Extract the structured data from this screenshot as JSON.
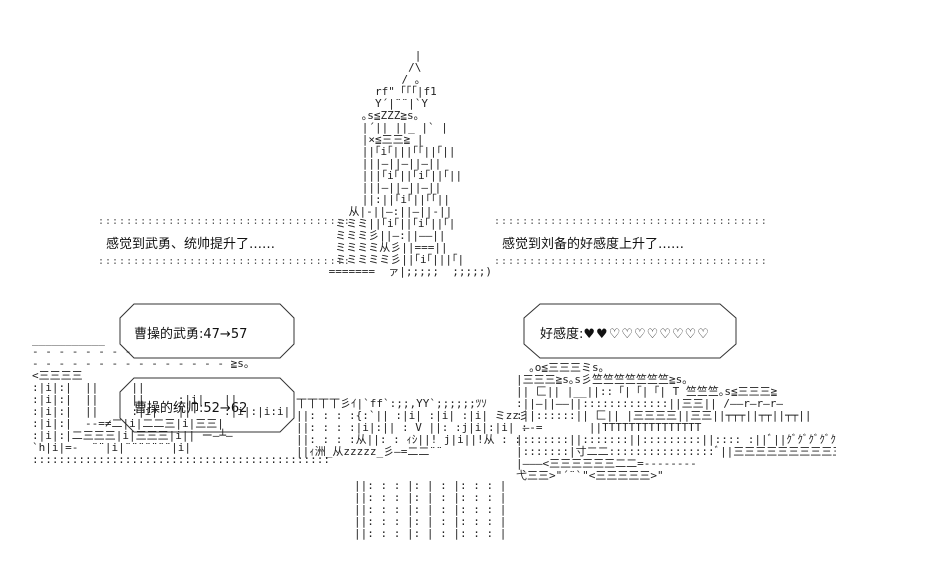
{
  "messages": {
    "left_notice": "感觉到武勇、统帅提升了……",
    "right_notice": "感觉到刘备的好感度上升了……"
  },
  "stats": {
    "valor": "曹操的武勇:47→57",
    "command": "曹操的统帅:52→62",
    "favor_label": "好感度:",
    "favor_filled": "♥♥",
    "favor_empty": "♡♡♡♡♡♡♡♡"
  },
  "art": {
    "tower": "              |\n             /\\\n            / ｡\n        rf\"「「「|f1\n        Y´|¨¨|`Y\n      ｡s≦ZZZ≧s｡\n      |´|| ||_ |` |\n      |×≦三三≧ |\n      ||｢i｢|||｢｢||｢||\n      |||—||—||—||\n      |||｢i｢||｢i｢||｢||\n      |||—||—||—||\n      ||:||｢i｢||｢｢||\n    从|-||—:||—||-||\n  ミミミ||｢i｢||｢i｢||｢|\n  ミミミ彡||—:||——||\n  ミミミミ从彡||===||\n  ミミミミミ彡||｢i｢|||｢|\n =======  ァ|;;;;;  ;;;;;)",
    "left_ground": "___________\n- - - - - - - -\n- - - - - - - - - - - - - - - ≧s。\n<三三三三\n:|i|:|  ||     ||\n:|i|:|  ||     ||     :|i|   ||\n:|i|:|  ||     :|i|   ||     :|i|:|i:i|\n:|i|:|  --=≠二|i|二二三|i|三三|\n:|i|:|二三三三|i|三三三|i|| ー—┴—\n`h|i|=-  ¨¨|i|¨¨¨¨¨¨¨|i|\n::::::::::::::::::::::::::::::::::::::::::::::::::",
    "right_ground": "  ｡o≦三三三ミs｡\n|三三三≧s｡s彡竺竺竺竺竺竺竺≧s｡\n|| 匚|| |__||::「|「|「| T 竺竺竺｡s≦三三三≧\n:||—||——||:::::::::::::||三三|| /——r—r—r—\n:||::::::|| 匚|| |三三三三||三三||┬┬┬||┬┬||┬┬||\n —-=       ||TTTTTTTTTTTTTTT\n|:::::::||:::::::||:::::::::||:::: :||ﾞ||ｸﾞｸﾞｸﾞｸﾞｸﾞｸﾞｸﾞｸﾞｸﾞ\n|:::::::|寸二二::::::::::::::::ﾞ||三三三三三三三三三三三\n|———<三三三三三三二二=--------\n弋三三>\"´¨`\"<三三三三三>\"",
    "center_base": "||: : : |: | : |: : : |\n||: : : |: | : |: : : |\n||: : : |: | : |: : : |\n||: : : |: | : |: : : |\n||: : : |: | : |: : : |",
    "mid_left": "丅丅丅丅彡ｲ|`ff`:;;,YY`;;;;;;ﾂｿ\n||: : : :{:`|| :|i| :|i| :|i| ミzz彡ｲ|:|i|\n||: : : :|i|:|| : V ||: :j|i|:|i| : :|i| : V :|i|\n||: : : :从||: : ｨｼ||! j|i||!从 : : : jij／: 从\n||ｨ洲_从zzzzz_彡—=二二¨¨"
  },
  "dots_line": ":::::::::::::::::::::::::::::::::::::::::::::::::::::::::::::::"
}
